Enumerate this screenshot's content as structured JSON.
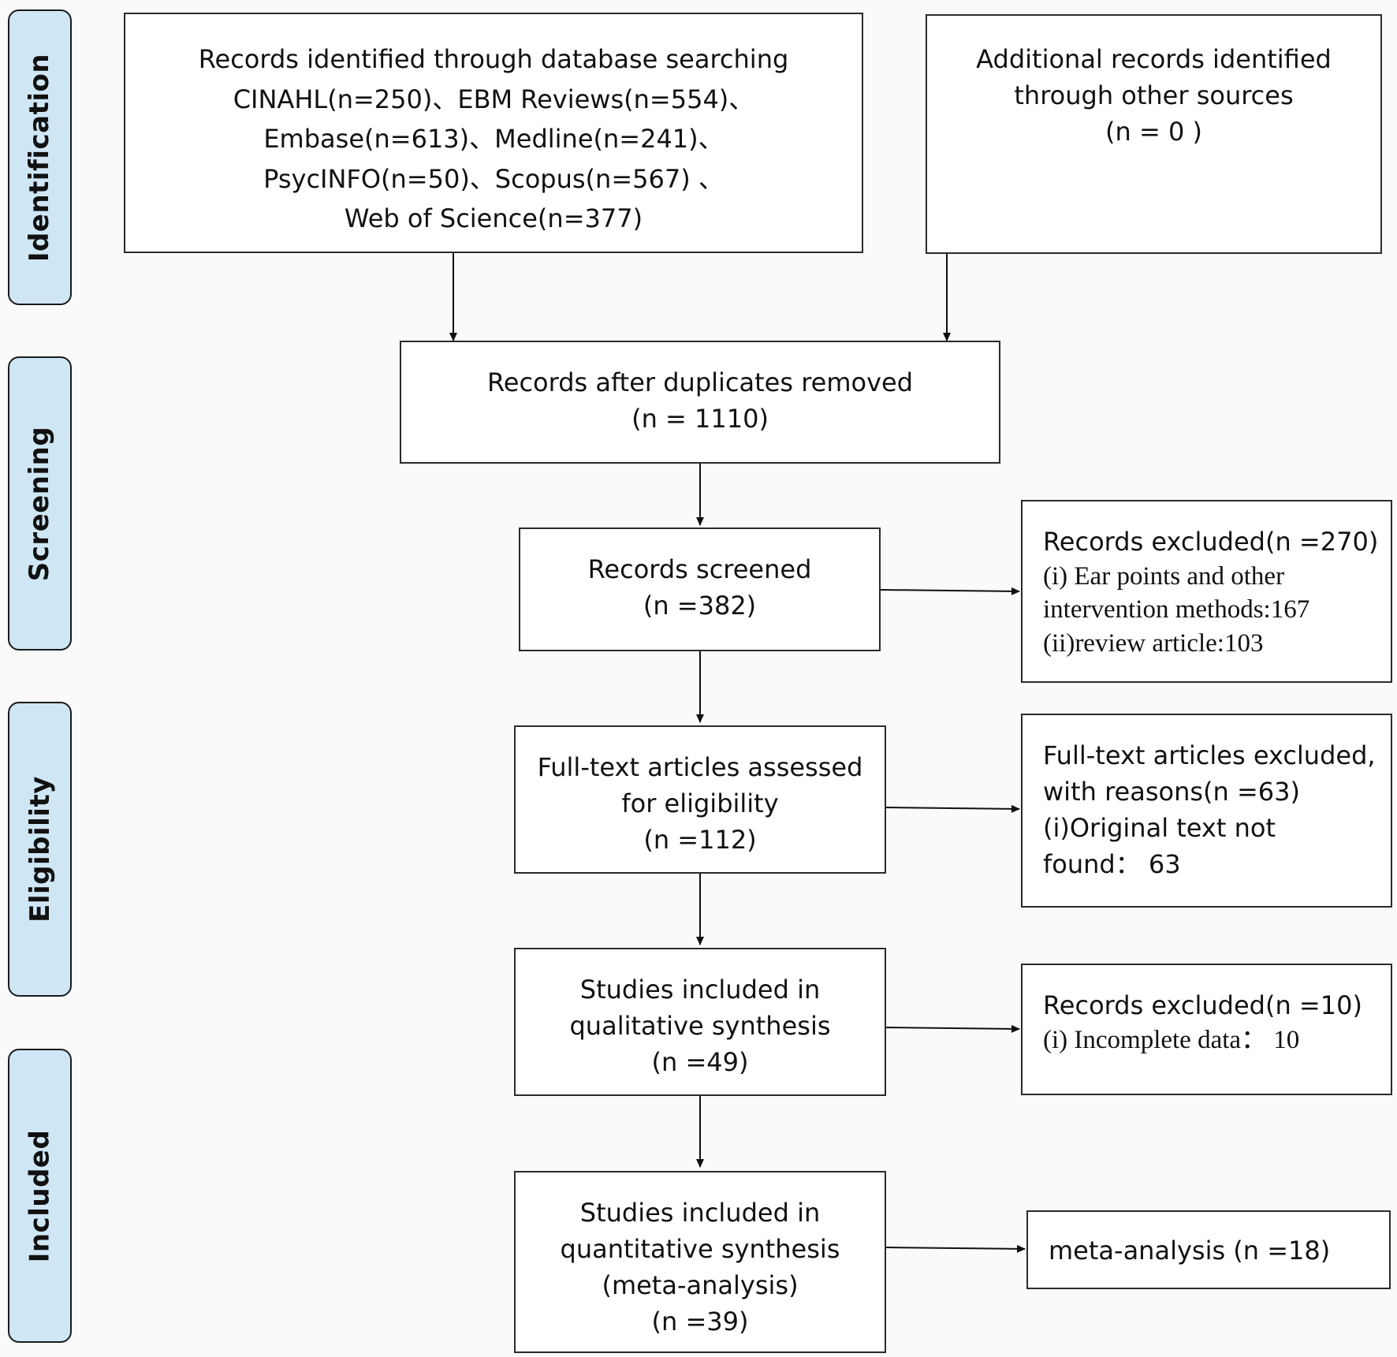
{
  "stages": [
    "Identification",
    "Screening",
    "Eligibility",
    "Included"
  ],
  "boxes": {
    "database": {
      "lines": [
        "Records identified through database searching",
        "CINAHL(n=250)、EBM Reviews(n=554)、",
        "Embase(n=613)、Medline(n=241)、",
        "PsycINFO(n=50)、Scopus(n=567) 、",
        "Web of Science(n=377)"
      ]
    },
    "other_sources": {
      "lines": [
        "Additional records identified",
        "through other sources",
        "(n =  0 )"
      ]
    },
    "duplicates_removed": {
      "lines": [
        "Records after duplicates removed",
        "(n =  1110)"
      ]
    },
    "screened": {
      "lines": [
        "Records screened",
        "(n =382)"
      ]
    },
    "screen_excluded": {
      "lines": [
        "Records excluded(n =270)",
        "(i) Ear points and other",
        "intervention methods:167",
        "(ii)review article:103"
      ]
    },
    "fulltext_assessed": {
      "lines": [
        "Full-text articles assessed",
        "for eligibility",
        "(n =112)"
      ]
    },
    "fulltext_excluded": {
      "lines": [
        "Full-text articles excluded,",
        "with reasons(n =63)",
        "(i)Original text not",
        "found：  63"
      ]
    },
    "qualitative": {
      "lines": [
        "Studies included in",
        "qualitative synthesis",
        "(n =49)"
      ]
    },
    "qualitative_excluded": {
      "lines": [
        "Records excluded(n =10)",
        "(i) Incomplete data：  10"
      ]
    },
    "quantitative": {
      "lines": [
        "Studies included in",
        "quantitative synthesis",
        "(meta-analysis)",
        "(n =39)"
      ]
    },
    "meta": {
      "lines": [
        "meta-analysis (n =18)"
      ]
    }
  }
}
